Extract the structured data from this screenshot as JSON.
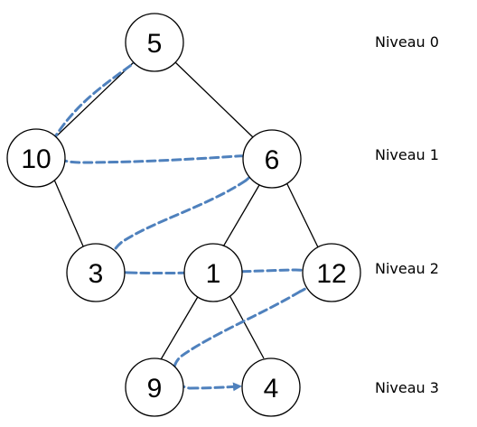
{
  "nodes": {
    "n5": "5",
    "n10": "10",
    "n6": "6",
    "n3": "3",
    "n1": "1",
    "n12": "12",
    "n9": "9",
    "n4": "4"
  },
  "levels": [
    "Niveau 0",
    "Niveau 1",
    "Niveau 2",
    "Niveau 3"
  ],
  "colors": {
    "edge": "#000000",
    "node_stroke": "#000000",
    "node_fill": "#ffffff",
    "traversal": "#4f81bd"
  }
}
